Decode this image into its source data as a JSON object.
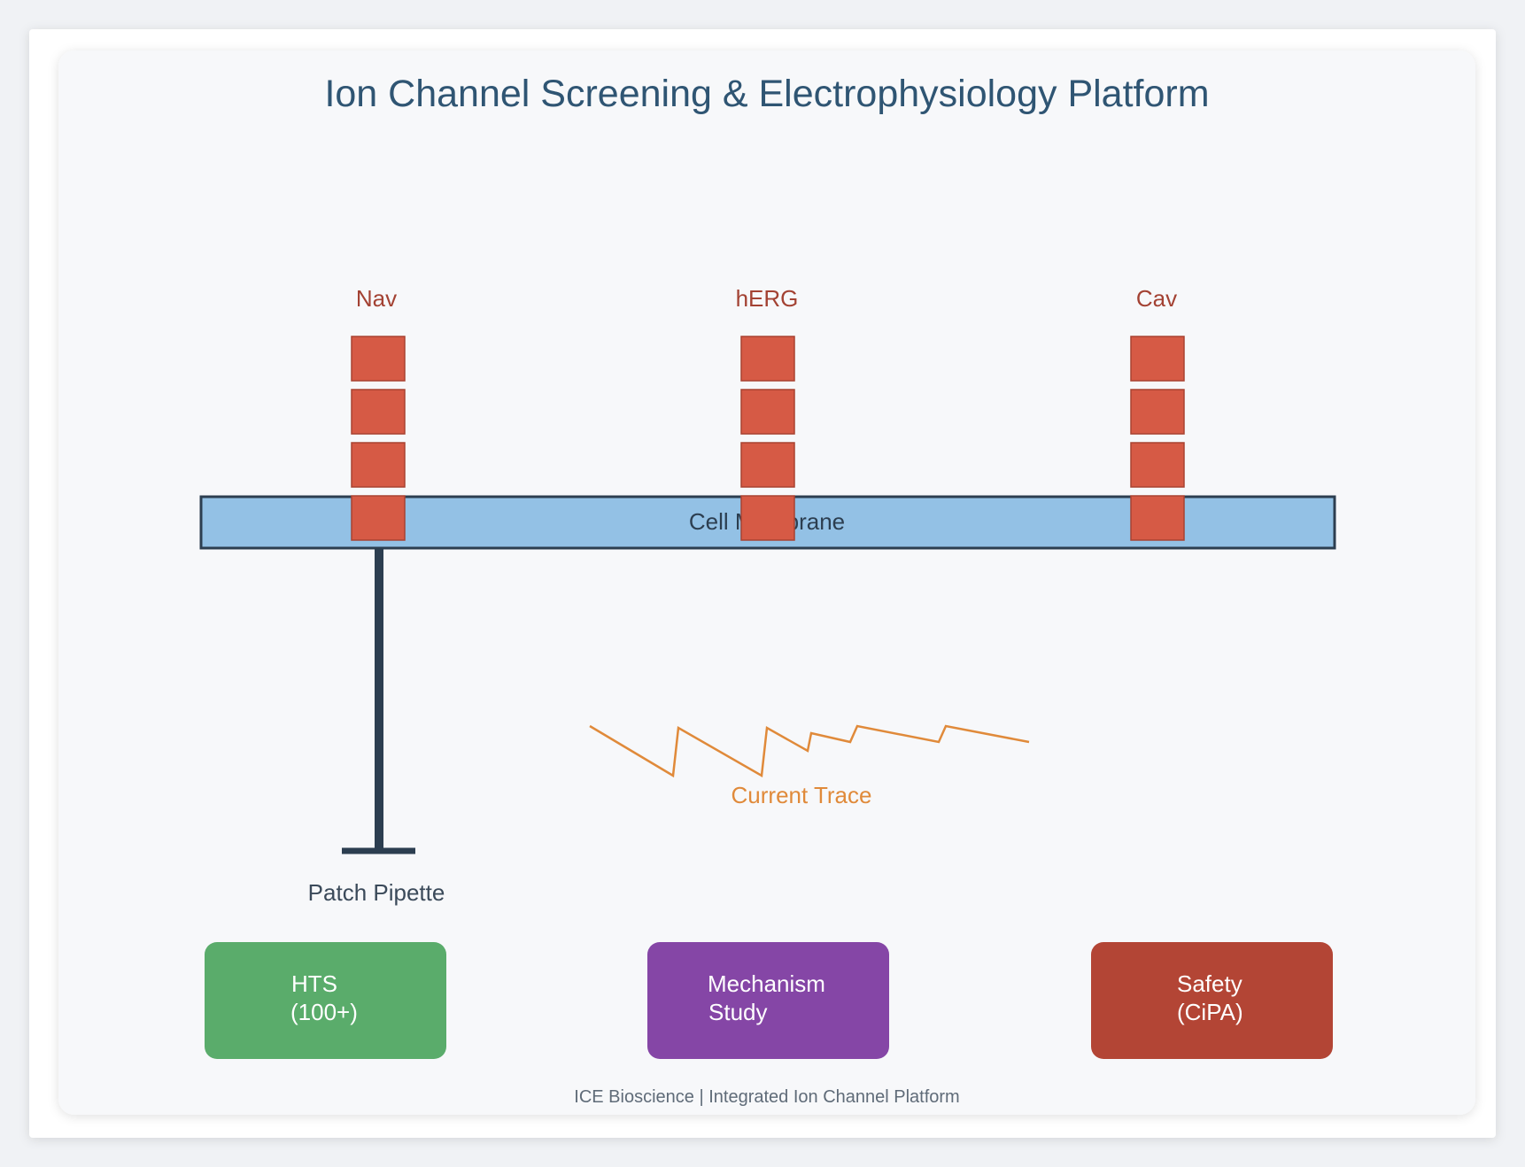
{
  "title": "Ion Channel Screening & Electrophysiology Platform",
  "membrane": {
    "label": "Cell Membrane"
  },
  "channels": [
    {
      "name": "Nav"
    },
    {
      "name": "hERG"
    },
    {
      "name": "Cav"
    }
  ],
  "pipette": {
    "label": "Patch Pipette"
  },
  "trace": {
    "label": "Current Trace"
  },
  "modules": [
    {
      "line1": "HTS",
      "line2": "(100+)",
      "color": "#5aac6b"
    },
    {
      "line1": "Mechanism",
      "line2": "Study",
      "color": "#8546a6"
    },
    {
      "line1": "Safety",
      "line2": "(CiPA)",
      "color": "#b34535"
    }
  ],
  "footer": "ICE Bioscience | Integrated Ion Channel Platform",
  "colors": {
    "title": "#2f5573",
    "channel_label": "#a34233",
    "channel_fill": "#d65a45",
    "channel_stroke": "#a84231",
    "membrane_fill": "#93c1e5",
    "membrane_stroke": "#2c3e50",
    "pipette": "#2c3e50",
    "trace": "#e08a3a",
    "module_text": "#ffffff",
    "footer": "#5f6b78"
  }
}
